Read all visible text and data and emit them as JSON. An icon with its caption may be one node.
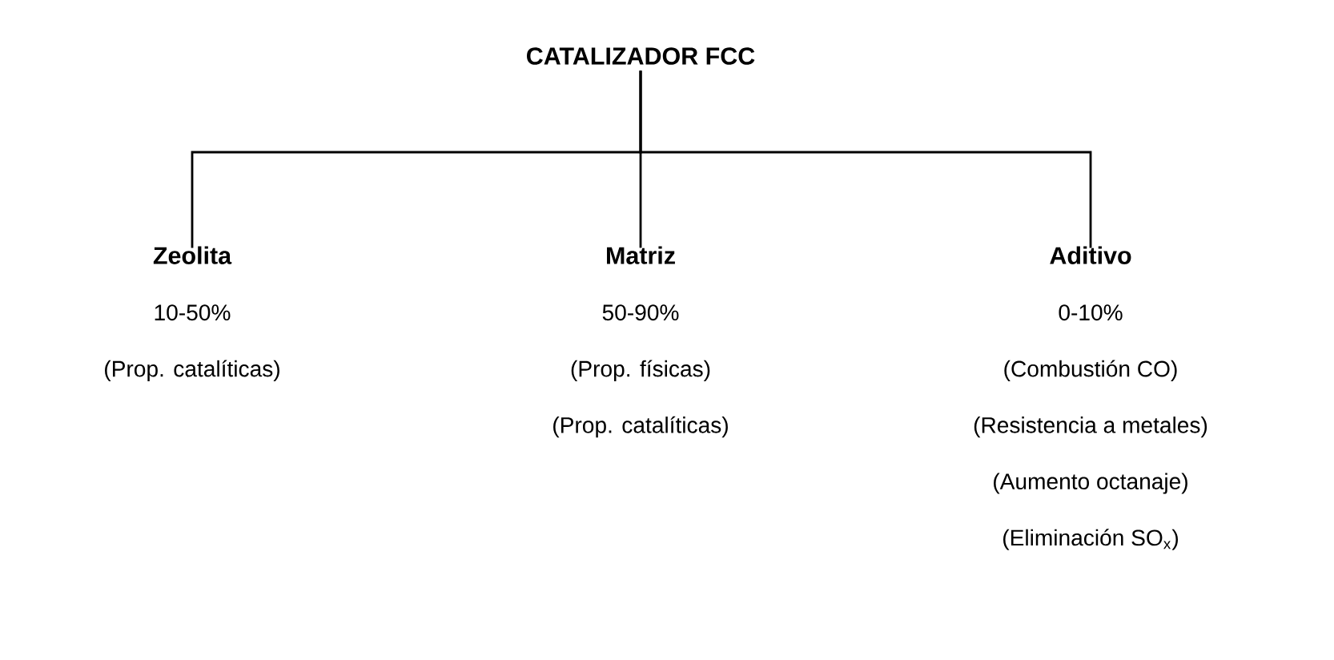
{
  "diagram": {
    "nodes": [
      {
        "text": [
          "CATALIZADOR FCC"
        ]
      },
      {
        "text": [
          "Zeolita",
          "10-50%",
          "(Prop. catalíticas)"
        ]
      },
      {
        "text": [
          "Matriz",
          "50-90%",
          "(Prop. físicas)",
          "(Prop. catalíticas)"
        ]
      },
      {
        "text": [
          "Aditivo",
          "0-10%",
          "(Combustión CO)",
          "(Resistencia a metales)",
          "(Aumento octanaje)",
          "(Eliminación SO$_{x}$)"
        ]
      }
    ],
    "edges": [
      {
        "from": 0,
        "to": 1,
        "arrow": "none"
      },
      {
        "from": 0,
        "to": 2,
        "arrow": "none"
      },
      {
        "from": 0,
        "to": 3,
        "arrow": "none"
      }
    ]
  }
}
